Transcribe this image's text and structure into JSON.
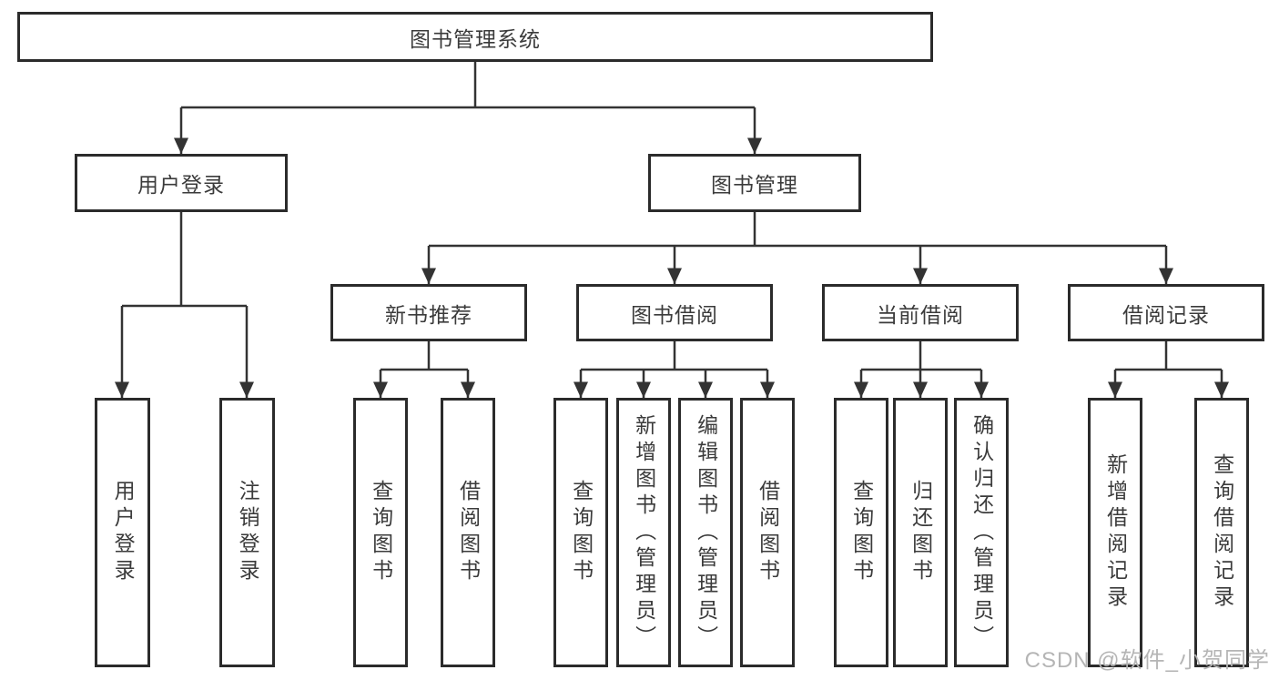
{
  "diagram": {
    "root": {
      "label": "图书管理系统",
      "children": [
        {
          "label": "用户登录",
          "children": [
            {
              "label": "用户登录"
            },
            {
              "label": "注销登录"
            }
          ]
        },
        {
          "label": "图书管理",
          "children": [
            {
              "label": "新书推荐",
              "children": [
                {
                  "label": "查询图书"
                },
                {
                  "label": "借阅图书"
                }
              ]
            },
            {
              "label": "图书借阅",
              "children": [
                {
                  "label": "查询图书"
                },
                {
                  "label": "新增图书（管理员）"
                },
                {
                  "label": "编辑图书（管理员）"
                },
                {
                  "label": "借阅图书"
                }
              ]
            },
            {
              "label": "当前借阅",
              "children": [
                {
                  "label": "查询图书"
                },
                {
                  "label": "归还图书"
                },
                {
                  "label": "确认归还（管理员）"
                }
              ]
            },
            {
              "label": "借阅记录",
              "children": [
                {
                  "label": "新增借阅记录"
                },
                {
                  "label": "查询借阅记录"
                }
              ]
            }
          ]
        }
      ]
    }
  },
  "watermark": {
    "text": "CSDN @软件_小贺同学"
  },
  "colors": {
    "line": "#333333",
    "box_border": "#2b2b2b",
    "text": "#3b3b3b",
    "watermark": "#b5b5b5"
  }
}
